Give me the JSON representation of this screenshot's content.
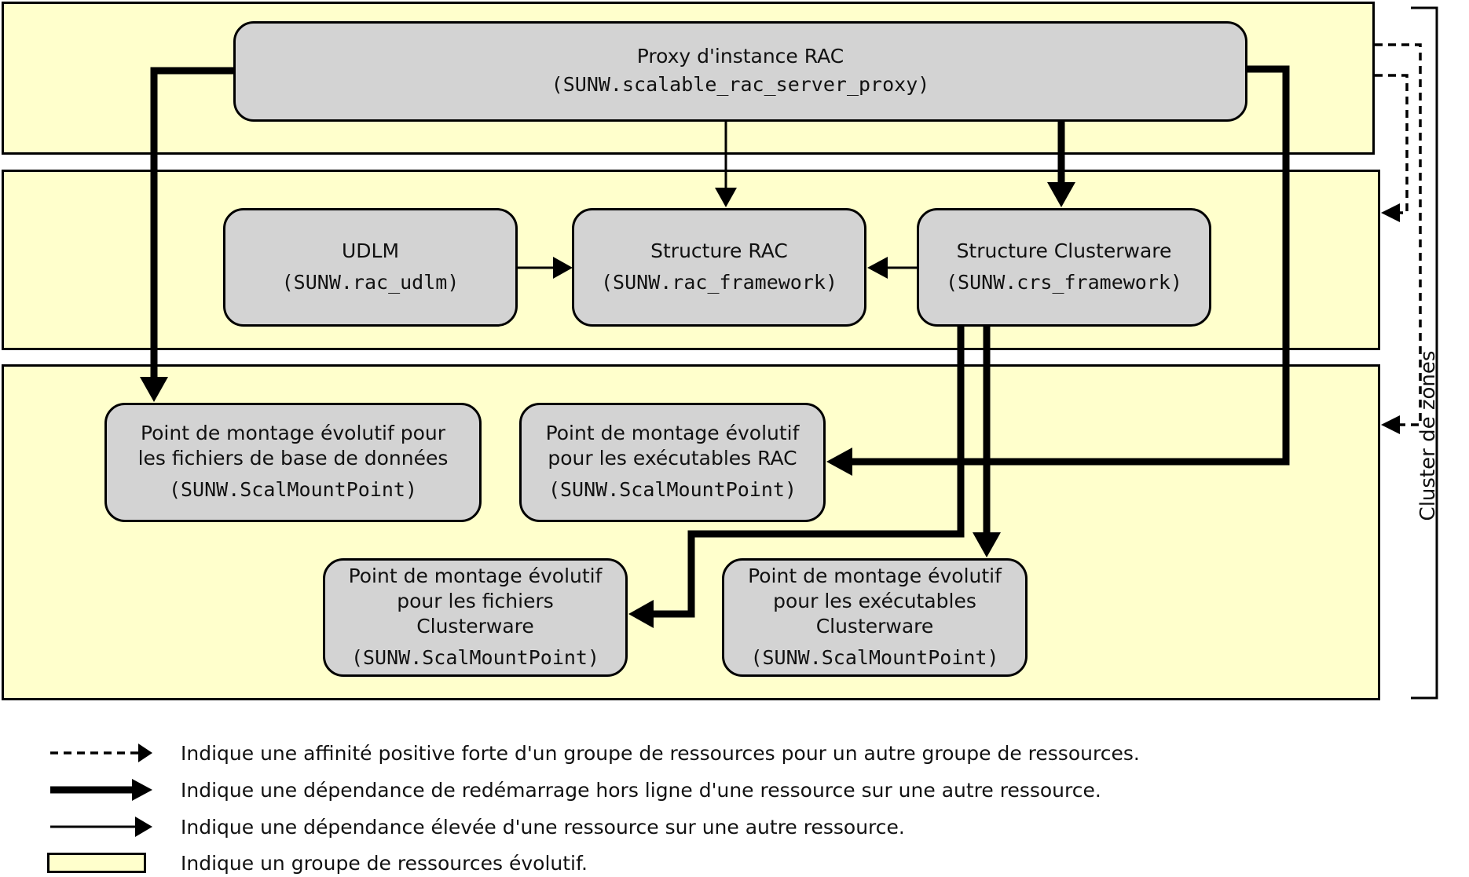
{
  "resources": {
    "proxy": {
      "name": "Proxy d'instance RAC",
      "type": "(SUNW.scalable_rac_server_proxy)"
    },
    "udlm": {
      "name": "UDLM",
      "type": "(SUNW.rac_udlm)"
    },
    "rac_fw": {
      "name": "Structure RAC",
      "type": "(SUNW.rac_framework)"
    },
    "crs_fw": {
      "name": "Structure Clusterware",
      "type": "(SUNW.crs_framework)"
    },
    "smp_db": {
      "name": "Point de montage évolutif pour\nles fichiers de base de données",
      "type": "(SUNW.ScalMountPoint)"
    },
    "smp_rac": {
      "name": "Point de montage évolutif\npour les exécutables RAC",
      "type": "(SUNW.ScalMountPoint)"
    },
    "smp_cwf": {
      "name": "Point de montage évolutif\npour les fichiers Clusterware",
      "type": "(SUNW.ScalMountPoint)"
    },
    "smp_cwe": {
      "name": "Point de montage évolutif\npour les exécutables\nClusterware",
      "type": "(SUNW.ScalMountPoint)"
    }
  },
  "zone_cluster_label": "Cluster de zones",
  "legend": {
    "affinity": "Indique une affinité positive forte d'un groupe de ressources pour un autre groupe de ressources.",
    "offline_restart": "Indique une dépendance de redémarrage hors ligne d'une ressource sur une autre ressource.",
    "strong_dependency": "Indique une dépendance élevée d'une ressource sur une autre ressource.",
    "scalable_group": "Indique un groupe de ressources évolutif."
  },
  "colors": {
    "group_fill": "#ffffcc",
    "resource_fill": "#d3d3d3",
    "stroke": "#000000"
  }
}
